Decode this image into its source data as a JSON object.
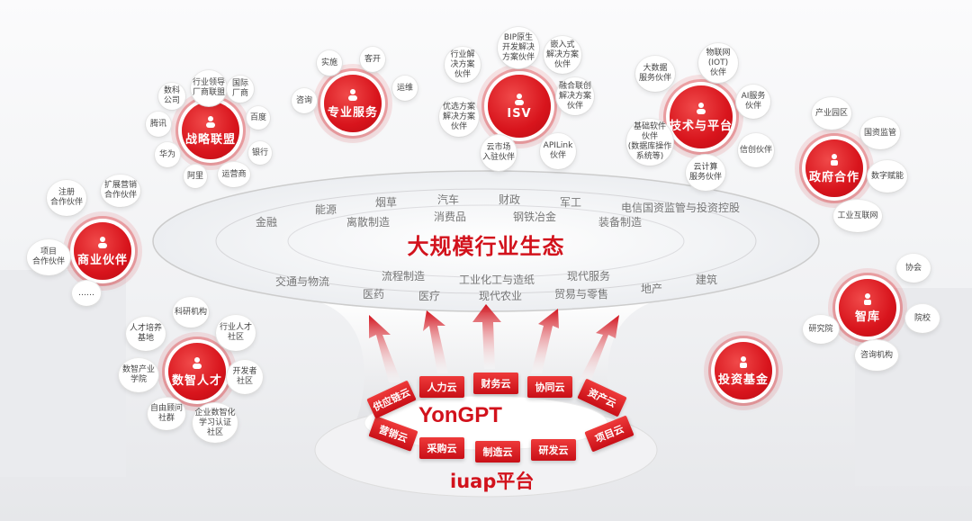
{
  "colors": {
    "accent": "#d2121c",
    "background": "#f3f3f5"
  },
  "title": "大规模行业生态",
  "core": "YonGPT",
  "platform": "iuap平台",
  "clouds": [
    "人力云",
    "财务云",
    "协同云",
    "资产云",
    "项目云",
    "研发云",
    "制造云",
    "采购云",
    "营销云",
    "供应链云"
  ],
  "industries": [
    "金融",
    "能源",
    "烟草",
    "汽车",
    "财政",
    "军工",
    "电信国资监管与投资控股",
    "离散制造",
    "消费品",
    "钢铁冶金",
    "装备制造",
    "交通与物流",
    "流程制造",
    "工业化工与造纸",
    "现代服务",
    "医药",
    "医疗",
    "现代农业",
    "贸易与零售",
    "地产",
    "建筑"
  ],
  "hubs": {
    "strategy": {
      "label": "战略联盟",
      "items": [
        "数科\n公司",
        "行业领导\n厂商联盟",
        "国际\n厂商",
        "百度",
        "银行",
        "运营商",
        "阿里",
        "华为",
        "腾讯"
      ]
    },
    "professional": {
      "label": "专业服务",
      "items": [
        "实施",
        "客开",
        "运维",
        "咨询"
      ]
    },
    "isv": {
      "label": "ISV",
      "items": [
        "BIP原生\n开发解决\n方案伙伴",
        "嵌入式\n解决方案\n伙伴",
        "融合联创\n解决方案\n伙伴",
        "APILink\n伙伴",
        "云市场\n入驻伙伴",
        "优选方案\n解决方案\n伙伴",
        "行业解\n决方案\n伙伴"
      ]
    },
    "tech": {
      "label": "技术与平台",
      "items": [
        "物联网\n(IOT)\n伙伴",
        "AI服务\n伙伴",
        "信创伙伴",
        "云计算\n服务伙伴",
        "基础软件\n伙伴\n(数据库操作\n系统等)",
        "大数据\n服务伙伴"
      ]
    },
    "gov": {
      "label": "政府合作",
      "items": [
        "产业园区",
        "国资监管",
        "数字赋能",
        "工业互联网"
      ]
    },
    "business": {
      "label": "商业伙伴",
      "items": [
        "扩展营销\n合作伙伴",
        "注册\n合作伙伴",
        "项目\n合作伙伴",
        "……"
      ]
    },
    "think": {
      "label": "智库",
      "items": [
        "协会",
        "院校",
        "咨询机构",
        "研究院"
      ]
    },
    "talent": {
      "label": "数智人才",
      "items": [
        "科研机构",
        "行业人才\n社区",
        "开发者\n社区",
        "企业数智化\n学习认证\n社区",
        "自由顾问\n社群",
        "数智产业\n学院",
        "人才培养\n基地"
      ]
    },
    "fund": {
      "label": "投资基金"
    }
  }
}
